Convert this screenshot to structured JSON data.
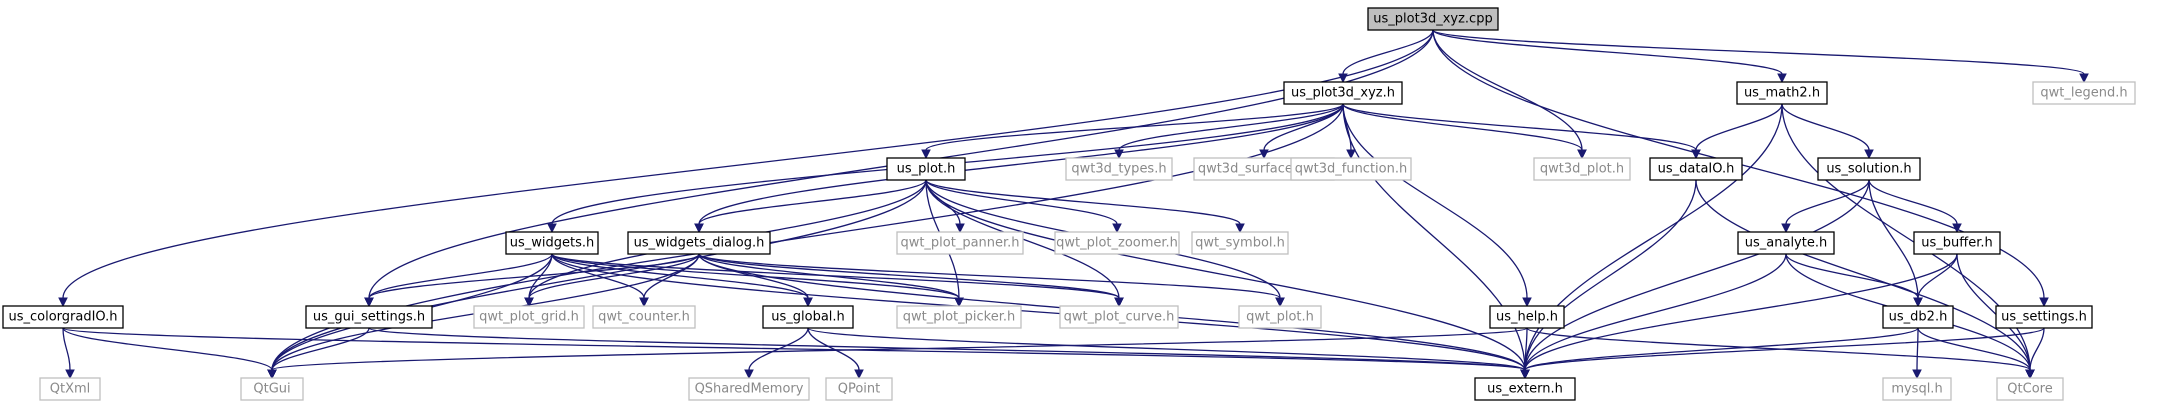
{
  "graph": {
    "colors": {
      "edge": "#191970",
      "main_fill": "#bfbfbf",
      "doc_border": "#000000",
      "ext_border": "#bfbfbf",
      "ext_text": "#8a8a8a"
    },
    "nodes": [
      {
        "id": "us_plot3d_xyz_cpp",
        "label": "us_plot3d_xyz.cpp",
        "kind": "main"
      },
      {
        "id": "us_plot3d_xyz_h",
        "label": "us_plot3d_xyz.h",
        "kind": "doc"
      },
      {
        "id": "us_math2_h",
        "label": "us_math2.h",
        "kind": "doc"
      },
      {
        "id": "qwt_legend_h",
        "label": "qwt_legend.h",
        "kind": "ext"
      },
      {
        "id": "us_plot_h",
        "label": "us_plot.h",
        "kind": "doc"
      },
      {
        "id": "qwt3d_types_h",
        "label": "qwt3d_types.h",
        "kind": "ext"
      },
      {
        "id": "qwt3d_surfaceplot_h",
        "label": "qwt3d_surfaceplot.h",
        "kind": "ext"
      },
      {
        "id": "qwt3d_function_h",
        "label": "qwt3d_function.h",
        "kind": "ext"
      },
      {
        "id": "qwt3d_plot_h",
        "label": "qwt3d_plot.h",
        "kind": "ext"
      },
      {
        "id": "us_dataIO_h",
        "label": "us_dataIO.h",
        "kind": "doc"
      },
      {
        "id": "us_solution_h",
        "label": "us_solution.h",
        "kind": "doc"
      },
      {
        "id": "us_widgets_h",
        "label": "us_widgets.h",
        "kind": "doc"
      },
      {
        "id": "us_widgets_dialog_h",
        "label": "us_widgets_dialog.h",
        "kind": "doc"
      },
      {
        "id": "qwt_plot_panner_h",
        "label": "qwt_plot_panner.h",
        "kind": "ext"
      },
      {
        "id": "qwt_plot_zoomer_h",
        "label": "qwt_plot_zoomer.h",
        "kind": "ext"
      },
      {
        "id": "qwt_symbol_h",
        "label": "qwt_symbol.h",
        "kind": "ext"
      },
      {
        "id": "us_analyte_h",
        "label": "us_analyte.h",
        "kind": "doc"
      },
      {
        "id": "us_buffer_h",
        "label": "us_buffer.h",
        "kind": "doc"
      },
      {
        "id": "us_colorgradIO_h",
        "label": "us_colorgradIO.h",
        "kind": "doc"
      },
      {
        "id": "us_gui_settings_h",
        "label": "us_gui_settings.h",
        "kind": "doc"
      },
      {
        "id": "qwt_plot_grid_h",
        "label": "qwt_plot_grid.h",
        "kind": "ext"
      },
      {
        "id": "qwt_counter_h",
        "label": "qwt_counter.h",
        "kind": "ext"
      },
      {
        "id": "us_global_h",
        "label": "us_global.h",
        "kind": "doc"
      },
      {
        "id": "qwt_plot_picker_h",
        "label": "qwt_plot_picker.h",
        "kind": "ext"
      },
      {
        "id": "qwt_plot_curve_h",
        "label": "qwt_plot_curve.h",
        "kind": "ext"
      },
      {
        "id": "qwt_plot_h",
        "label": "qwt_plot.h",
        "kind": "ext"
      },
      {
        "id": "us_help_h",
        "label": "us_help.h",
        "kind": "doc"
      },
      {
        "id": "us_db2_h",
        "label": "us_db2.h",
        "kind": "doc"
      },
      {
        "id": "us_settings_h",
        "label": "us_settings.h",
        "kind": "doc"
      },
      {
        "id": "QtXml",
        "label": "QtXml",
        "kind": "ext"
      },
      {
        "id": "QtGui",
        "label": "QtGui",
        "kind": "ext"
      },
      {
        "id": "QSharedMemory",
        "label": "QSharedMemory",
        "kind": "ext"
      },
      {
        "id": "QPoint",
        "label": "QPoint",
        "kind": "ext"
      },
      {
        "id": "us_extern_h",
        "label": "us_extern.h",
        "kind": "doc"
      },
      {
        "id": "mysql_h",
        "label": "mysql.h",
        "kind": "ext"
      },
      {
        "id": "QtCore",
        "label": "QtCore",
        "kind": "ext"
      }
    ],
    "edges": [
      [
        "us_plot3d_xyz_cpp",
        "us_plot3d_xyz_h"
      ],
      [
        "us_plot3d_xyz_cpp",
        "us_math2_h"
      ],
      [
        "us_plot3d_xyz_cpp",
        "qwt_legend_h"
      ],
      [
        "us_plot3d_xyz_cpp",
        "qwt3d_plot_h"
      ],
      [
        "us_plot3d_xyz_cpp",
        "us_gui_settings_h"
      ],
      [
        "us_plot3d_xyz_cpp",
        "us_colorgradIO_h"
      ],
      [
        "us_plot3d_xyz_cpp",
        "us_settings_h"
      ],
      [
        "us_plot3d_xyz_h",
        "us_plot_h"
      ],
      [
        "us_plot3d_xyz_h",
        "qwt3d_types_h"
      ],
      [
        "us_plot3d_xyz_h",
        "qwt3d_surfaceplot_h"
      ],
      [
        "us_plot3d_xyz_h",
        "qwt3d_function_h"
      ],
      [
        "us_plot3d_xyz_h",
        "qwt3d_plot_h"
      ],
      [
        "us_plot3d_xyz_h",
        "us_dataIO_h"
      ],
      [
        "us_plot3d_xyz_h",
        "us_widgets_h"
      ],
      [
        "us_plot3d_xyz_h",
        "us_widgets_dialog_h"
      ],
      [
        "us_plot3d_xyz_h",
        "QtGui"
      ],
      [
        "us_plot3d_xyz_h",
        "us_help_h"
      ],
      [
        "us_plot3d_xyz_h",
        "us_extern_h"
      ],
      [
        "us_math2_h",
        "us_dataIO_h"
      ],
      [
        "us_math2_h",
        "us_solution_h"
      ],
      [
        "us_math2_h",
        "us_extern_h"
      ],
      [
        "us_math2_h",
        "QtCore"
      ],
      [
        "us_plot_h",
        "us_widgets_dialog_h"
      ],
      [
        "us_plot_h",
        "qwt_plot_panner_h"
      ],
      [
        "us_plot_h",
        "qwt_plot_zoomer_h"
      ],
      [
        "us_plot_h",
        "qwt_symbol_h"
      ],
      [
        "us_plot_h",
        "qwt_plot_grid_h"
      ],
      [
        "us_plot_h",
        "qwt_plot_picker_h"
      ],
      [
        "us_plot_h",
        "qwt_plot_curve_h"
      ],
      [
        "us_plot_h",
        "qwt_plot_h"
      ],
      [
        "us_plot_h",
        "QtGui"
      ],
      [
        "us_plot_h",
        "us_extern_h"
      ],
      [
        "us_dataIO_h",
        "us_extern_h"
      ],
      [
        "us_dataIO_h",
        "QtCore"
      ],
      [
        "us_solution_h",
        "us_analyte_h"
      ],
      [
        "us_solution_h",
        "us_buffer_h"
      ],
      [
        "us_solution_h",
        "us_db2_h"
      ],
      [
        "us_solution_h",
        "us_extern_h"
      ],
      [
        "us_widgets_h",
        "us_gui_settings_h"
      ],
      [
        "us_widgets_h",
        "qwt_plot_grid_h"
      ],
      [
        "us_widgets_h",
        "qwt_counter_h"
      ],
      [
        "us_widgets_h",
        "us_global_h"
      ],
      [
        "us_widgets_h",
        "qwt_plot_picker_h"
      ],
      [
        "us_widgets_h",
        "qwt_plot_curve_h"
      ],
      [
        "us_widgets_h",
        "QtGui"
      ],
      [
        "us_widgets_h",
        "us_extern_h"
      ],
      [
        "us_widgets_dialog_h",
        "us_gui_settings_h"
      ],
      [
        "us_widgets_dialog_h",
        "qwt_plot_grid_h"
      ],
      [
        "us_widgets_dialog_h",
        "qwt_counter_h"
      ],
      [
        "us_widgets_dialog_h",
        "us_global_h"
      ],
      [
        "us_widgets_dialog_h",
        "qwt_plot_picker_h"
      ],
      [
        "us_widgets_dialog_h",
        "qwt_plot_curve_h"
      ],
      [
        "us_widgets_dialog_h",
        "qwt_plot_h"
      ],
      [
        "us_widgets_dialog_h",
        "QtGui"
      ],
      [
        "us_widgets_dialog_h",
        "us_extern_h"
      ],
      [
        "us_analyte_h",
        "us_db2_h"
      ],
      [
        "us_analyte_h",
        "us_extern_h"
      ],
      [
        "us_analyte_h",
        "QtCore"
      ],
      [
        "us_buffer_h",
        "us_db2_h"
      ],
      [
        "us_buffer_h",
        "us_extern_h"
      ],
      [
        "us_buffer_h",
        "QtCore"
      ],
      [
        "us_colorgradIO_h",
        "QtXml"
      ],
      [
        "us_colorgradIO_h",
        "QtGui"
      ],
      [
        "us_colorgradIO_h",
        "us_extern_h"
      ],
      [
        "us_gui_settings_h",
        "QtGui"
      ],
      [
        "us_gui_settings_h",
        "us_extern_h"
      ],
      [
        "us_global_h",
        "QSharedMemory"
      ],
      [
        "us_global_h",
        "QPoint"
      ],
      [
        "us_global_h",
        "us_extern_h"
      ],
      [
        "us_help_h",
        "QtGui"
      ],
      [
        "us_help_h",
        "us_extern_h"
      ],
      [
        "us_help_h",
        "QtCore"
      ],
      [
        "us_db2_h",
        "mysql_h"
      ],
      [
        "us_db2_h",
        "QtCore"
      ],
      [
        "us_db2_h",
        "us_extern_h"
      ],
      [
        "us_settings_h",
        "QtCore"
      ],
      [
        "us_settings_h",
        "us_extern_h"
      ]
    ]
  }
}
